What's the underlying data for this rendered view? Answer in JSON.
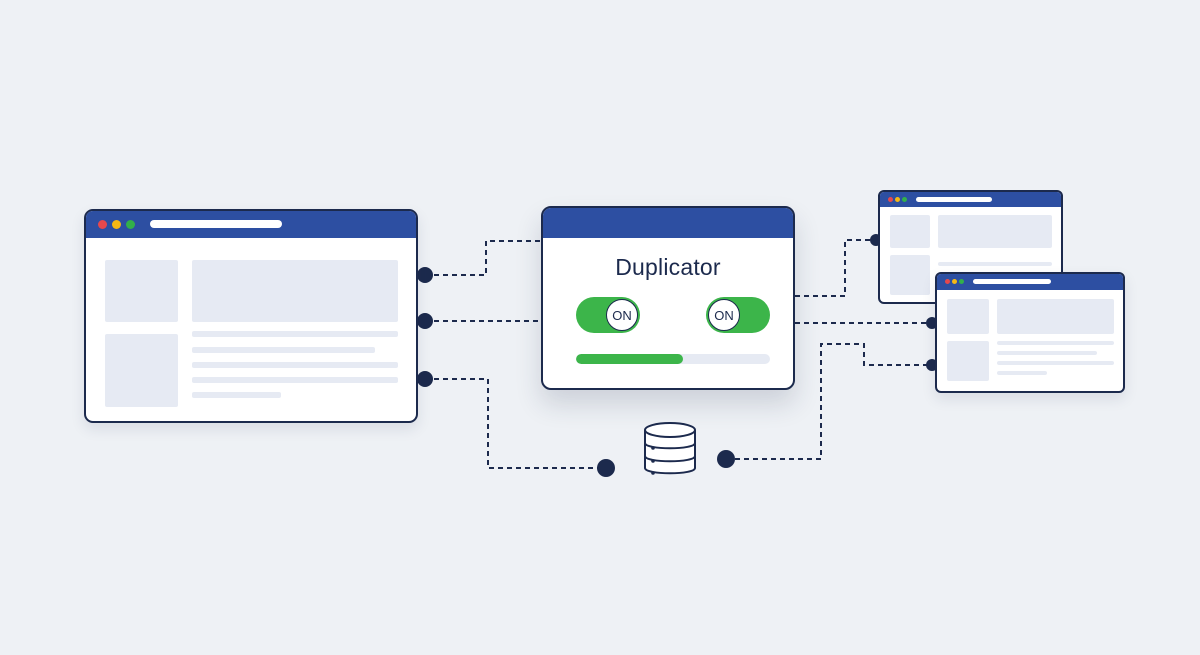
{
  "duplicator": {
    "title": "Duplicator",
    "toggle_left_label": "ON",
    "toggle_right_label": "ON",
    "progress": 0.55
  },
  "colors": {
    "background": "#eef1f5",
    "titlebar": "#2d4fa2",
    "outline": "#1c2a4d",
    "accent_green": "#3cb54a",
    "placeholder": "#e6eaf3",
    "dot_red": "#e5484d",
    "dot_yellow": "#f5b814",
    "dot_green": "#32b04a"
  },
  "icons": {
    "database": "database-icon",
    "connector": "connector-dot-icon"
  }
}
